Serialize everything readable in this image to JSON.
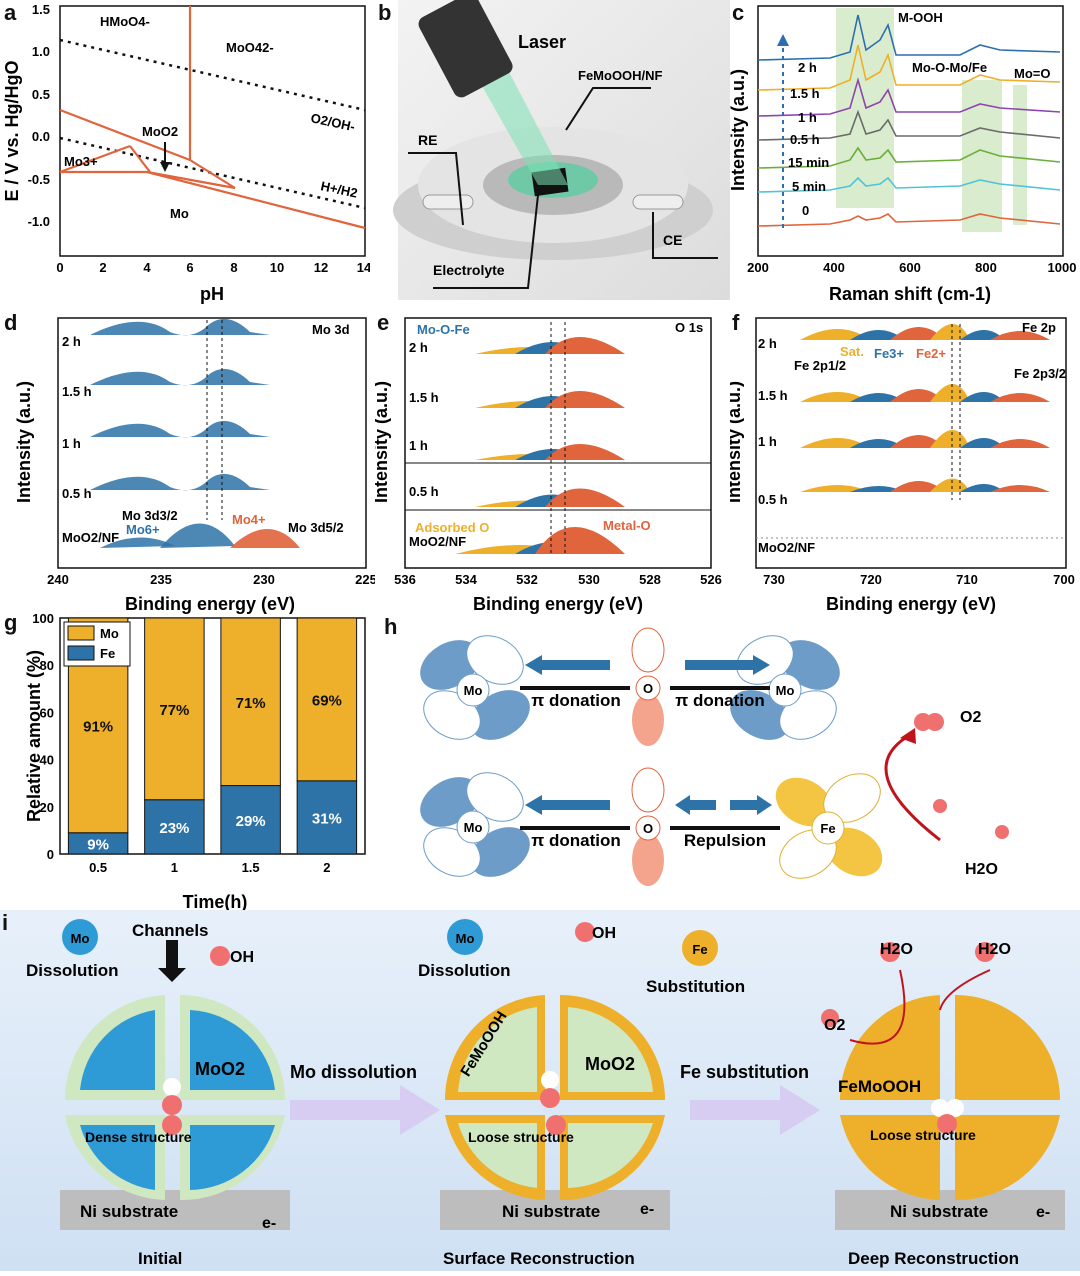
{
  "panel_labels": {
    "a": "a",
    "b": "b",
    "c": "c",
    "d": "d",
    "e": "e",
    "f": "f",
    "g": "g",
    "h": "h",
    "i": "i"
  },
  "panel_a": {
    "ylabel": "E / V vs. Hg/HgO",
    "xlabel": "pH",
    "xticks": [
      "0",
      "2",
      "4",
      "6",
      "8",
      "10",
      "12",
      "14"
    ],
    "yticks": [
      "1.5",
      "1.0",
      "0.5",
      "0.0",
      "-0.5",
      "-1.0"
    ],
    "regions": {
      "hmoo4": "HMoO4-",
      "moo4": "MoO42-",
      "moo2": "MoO2",
      "mo3": "Mo3+",
      "mo": "Mo",
      "o2": "O2/OH-",
      "h": "H+/H2"
    }
  },
  "panel_b": {
    "laser": "Laser",
    "sample": "FeMoOOH/NF",
    "re": "RE",
    "ce": "CE",
    "electrolyte": "Electrolyte"
  },
  "panel_c": {
    "ylabel": "Intensity (a.u.)",
    "xlabel": "Raman shift (cm-1)",
    "xticks": [
      "200",
      "400",
      "600",
      "800",
      "1000"
    ],
    "bands": {
      "mooh": "M-OOH",
      "moomo": "Mo-O-Mo/Fe",
      "moo": "Mo=O"
    },
    "series": [
      "2 h",
      "1.5 h",
      "1 h",
      "0.5 h",
      "15 min",
      "5 min",
      "0"
    ]
  },
  "panel_d": {
    "ylabel": "Intensity (a.u.)",
    "xlabel": "Binding energy (eV)",
    "title": "Mo 3d",
    "xticks": [
      "240",
      "235",
      "230",
      "225"
    ],
    "rows": [
      "2 h",
      "1.5 h",
      "1 h",
      "0.5 h",
      "MoO2/NF"
    ],
    "labels": {
      "d32": "Mo 3d3/2",
      "d52": "Mo 3d5/2",
      "mo6": "Mo6+",
      "mo4": "Mo4+"
    }
  },
  "panel_e": {
    "ylabel": "Intensity (a.u.)",
    "xlabel": "Binding energy (eV)",
    "title": "O 1s",
    "xticks": [
      "536",
      "534",
      "532",
      "530",
      "528",
      "526"
    ],
    "rows": [
      "2 h",
      "1.5 h",
      "1 h",
      "0.5 h",
      "MoO2/NF"
    ],
    "labels": {
      "mofe": "Mo-O-Fe",
      "ads": "Adsorbed O",
      "metal": "Metal-O"
    }
  },
  "panel_f": {
    "ylabel": "Intensity (a.u.)",
    "xlabel": "Binding energy (eV)",
    "title": "Fe 2p",
    "xticks": [
      "730",
      "720",
      "710",
      "700"
    ],
    "rows": [
      "2 h",
      "1.5 h",
      "1 h",
      "0.5 h",
      "MoO2/NF"
    ],
    "labels": {
      "p12": "Fe 2p1/2",
      "p32": "Fe 2p3/2",
      "sat": "Sat.",
      "fe3": "Fe3+",
      "fe2": "Fe2+"
    }
  },
  "chart_data": {
    "type": "bar",
    "stacked": true,
    "categories": [
      "0.5",
      "1",
      "1.5",
      "2"
    ],
    "series": [
      {
        "name": "Fe",
        "values": [
          9,
          23,
          29,
          31
        ],
        "labels": [
          "9%",
          "23%",
          "29%",
          "31%"
        ],
        "color": "#2e73a8"
      },
      {
        "name": "Mo",
        "values": [
          91,
          77,
          71,
          69
        ],
        "labels": [
          "91%",
          "77%",
          "71%",
          "69%"
        ],
        "color": "#eeaf2a"
      }
    ],
    "xlabel": "Time(h)",
    "ylabel": "Relative amount (%)",
    "ylim": [
      0,
      100
    ]
  },
  "panel_h": {
    "mo": "Mo",
    "o": "O",
    "fe": "Fe",
    "pi1": "π donation",
    "pi2": "π donation",
    "pi3": "π donation",
    "rep": "Repulsion",
    "o2": "O2",
    "h2o": "H2O"
  },
  "panel_i": {
    "stage1": "Initial",
    "stage2": "Surface Reconstruction",
    "stage3": "Deep Reconstruction",
    "mo": "Mo",
    "fe": "Fe",
    "oh": "OH",
    "dissolution": "Dissolution",
    "channels": "Channels",
    "moo2": "MoO2",
    "dense": "Dense structure",
    "loose": "Loose structure",
    "ni": "Ni substrate",
    "e": "e-",
    "step1": "Mo dissolution",
    "step2": "Fe substitution",
    "substitution": "Substitution",
    "femoooh": "FeMoOOH",
    "h2o": "H2O",
    "o2": "O2"
  },
  "colors": {
    "orange": "#e0643c",
    "yellow": "#eeaf2a",
    "blue": "#2e73a8",
    "green": "#cfe8c2",
    "red": "#e0443c"
  }
}
